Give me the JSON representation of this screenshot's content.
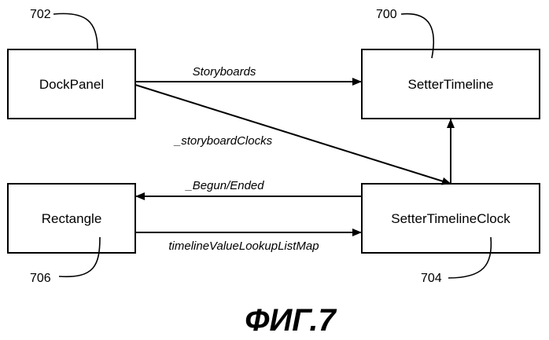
{
  "nodes": {
    "dockpanel": {
      "label": "DockPanel",
      "ref": "702"
    },
    "setter_timeline": {
      "label": "SetterTimeline",
      "ref": "700"
    },
    "rectangle": {
      "label": "Rectangle",
      "ref": "706"
    },
    "setter_timeline_clock": {
      "label": "SetterTimelineClock",
      "ref": "704"
    }
  },
  "edges": {
    "storyboards": "Storyboards",
    "storyboard_clocks": "_storyboardClocks",
    "begun_ended": "_Begun/Ended",
    "timeline_lookup": "timelineValueLookupListMap"
  },
  "figure": {
    "caption": "ФИГ.7"
  },
  "colors": {
    "stroke": "#000000",
    "background": "#ffffff"
  }
}
